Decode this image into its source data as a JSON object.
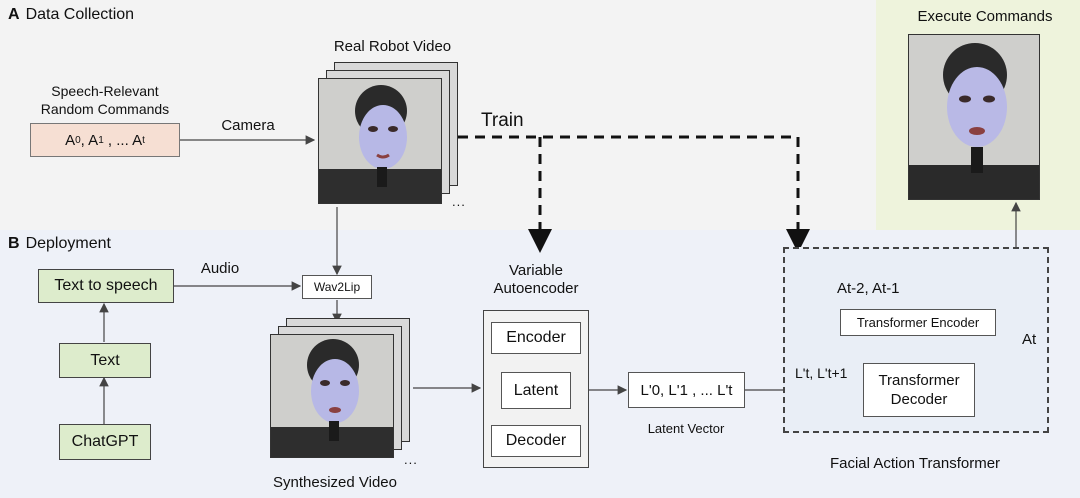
{
  "section_a": {
    "letter": "A",
    "title": "Data Collection"
  },
  "section_b": {
    "letter": "B",
    "title": "Deployment"
  },
  "commands_label_1": "Speech-Relevant",
  "commands_label_2": "Random Commands",
  "commands_box": {
    "a0": "A",
    "s0": "0",
    "a1": ", A",
    "s1": "1",
    "rest": " , ... A",
    "st": "t"
  },
  "camera_label": "Camera",
  "real_robot_video_label": "Real Robot Video",
  "train_label": "Train",
  "execute_commands_label": "Execute Commands",
  "text_to_speech": "Text to speech",
  "text_box": "Text",
  "chatgpt_box": "ChatGPT",
  "audio_label": "Audio",
  "wav2lip_box": "Wav2Lip",
  "synthesized_video_label": "Synthesized Video",
  "vae_title_1": "Variable",
  "vae_title_2": "Autoencoder",
  "encoder_box": "Encoder",
  "latent_box": "Latent",
  "decoder_box": "Decoder",
  "latent_vector_box": "L'0, L'1 , ... L't",
  "latent_vector_label": "Latent Vector",
  "input_commands": "At-2, At-1",
  "transformer_encoder_box": "Transformer Encoder",
  "latent_input_label": "L't, L't+1",
  "transformer_decoder_1": "Transformer",
  "transformer_decoder_2": "Decoder",
  "output_label": "At",
  "fat_label": "Facial Action Transformer",
  "ellipsis": "..."
}
